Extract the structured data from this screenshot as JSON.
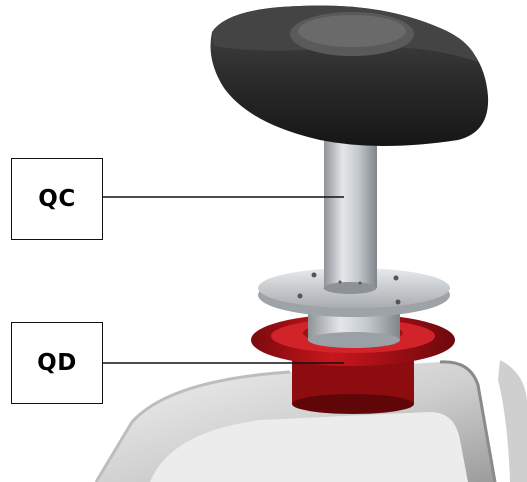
{
  "callouts": [
    {
      "id": "qc",
      "label": "QC"
    },
    {
      "id": "qd",
      "label": "QD"
    }
  ],
  "colors": {
    "knob": "#2e2e2e",
    "shaft": "#b9bec3",
    "flange": "#d6d9dc",
    "red_collar": "#b0141a",
    "frame": "#d9d9d9",
    "callout_line": "#111111"
  },
  "icons": {
    "knob": "t-handle-knob-icon",
    "frame": "housing-frame-icon"
  }
}
